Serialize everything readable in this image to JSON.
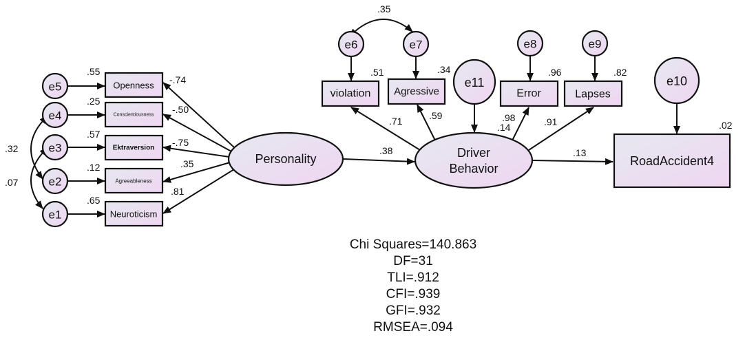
{
  "nodes": {
    "e1": "e1",
    "e2": "e2",
    "e3": "e3",
    "e4": "e4",
    "e5": "e5",
    "e6": "e6",
    "e7": "e7",
    "e8": "e8",
    "e9": "e9",
    "e10": "e10",
    "e11": "e11",
    "openness": "Openness",
    "conscientiousness": "Conscientiousness",
    "ektraversion": "Ektraversion",
    "agreeableness": "Agreeableness",
    "neuroticism": "Neuroticism",
    "personality": "Personality",
    "driver_behavior_1": "Driver",
    "driver_behavior_2": "Behavior",
    "violation": "violation",
    "agressive": "Agressive",
    "error": "Error",
    "lapses": "Lapses",
    "road_accident": "RoadAccident4"
  },
  "r_squared": {
    "openness": ".55",
    "conscientiousness": ".25",
    "ektraversion": ".57",
    "agreeableness": ".12",
    "neuroticism": ".65",
    "violation": ".51",
    "agressive": ".34",
    "error": ".96",
    "lapses": ".82",
    "driver_behavior": ".14",
    "road_accident": ".02"
  },
  "loadings": {
    "openness": "-.74",
    "conscientiousness": "-.50",
    "ektraversion": "-.75",
    "agreeableness": ".35",
    "neuroticism": ".81",
    "violation": ".71",
    "agressive": ".59",
    "error": ".98",
    "lapses": ".91",
    "personality_to_driver": ".38",
    "driver_to_accident": ".13"
  },
  "covariances": {
    "e4_e2": ".32",
    "e3_e1": ".07",
    "e6_e7": ".35"
  },
  "fit": [
    "Chi Squares=140.863",
    "DF=31",
    "TLI=.912",
    "CFI=.939",
    "GFI=.932",
    "RMSEA=.094"
  ],
  "colors": {
    "fill_start": "#e6e8ef",
    "fill_end": "#efd6f2",
    "stroke": "#111111"
  }
}
